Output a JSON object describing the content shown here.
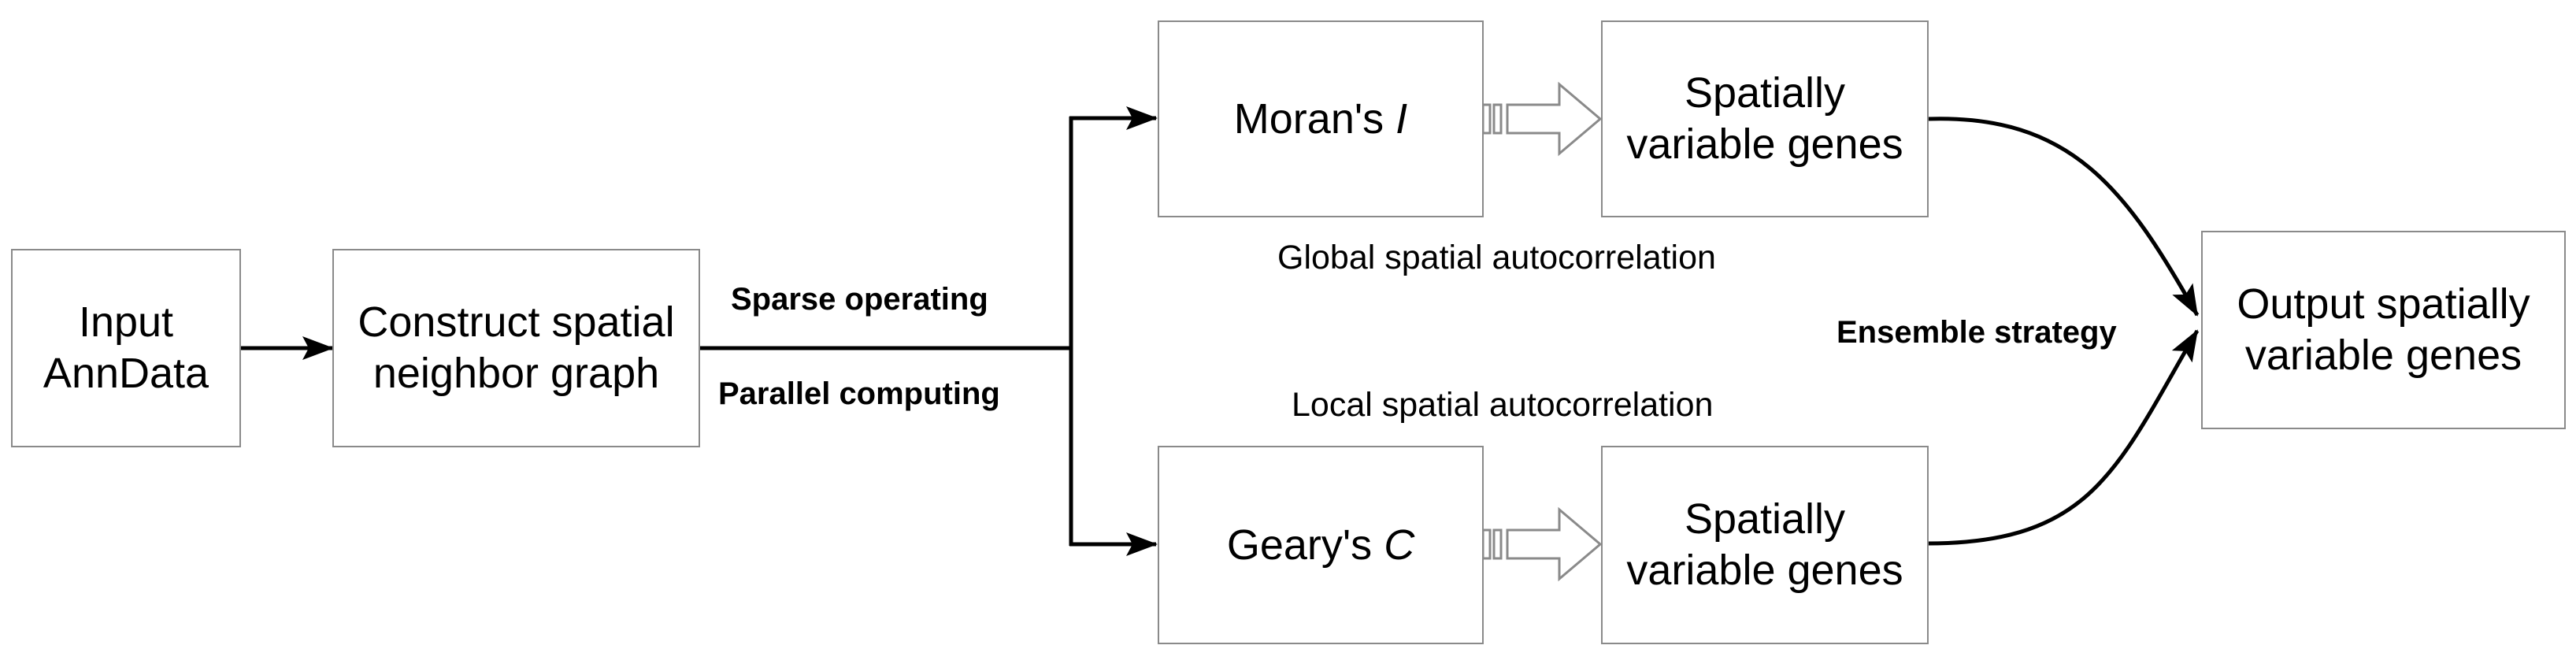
{
  "nodes": {
    "input": {
      "lines": [
        "Input",
        "AnnData"
      ]
    },
    "construct": {
      "lines": [
        "Construct spatial",
        "neighbor graph"
      ]
    },
    "morans": {
      "text": "Moran's ",
      "symbol": "I"
    },
    "gearys": {
      "text": "Geary's ",
      "symbol": "C"
    },
    "svg_top": {
      "lines": [
        "Spatially",
        "variable genes"
      ]
    },
    "svg_bottom": {
      "lines": [
        "Spatially",
        "variable genes"
      ]
    },
    "output": {
      "lines": [
        "Output spatially",
        "variable genes"
      ]
    }
  },
  "labels": {
    "sparse": "Sparse operating",
    "parallel": "Parallel computing",
    "global": "Global spatial autocorrelation",
    "local": "Local spatial autocorrelation",
    "ensemble": "Ensemble strategy"
  },
  "colors": {
    "line": "#000000",
    "box_border": "#8a8a8a",
    "hollow_arrow": "#8a8a8a"
  }
}
